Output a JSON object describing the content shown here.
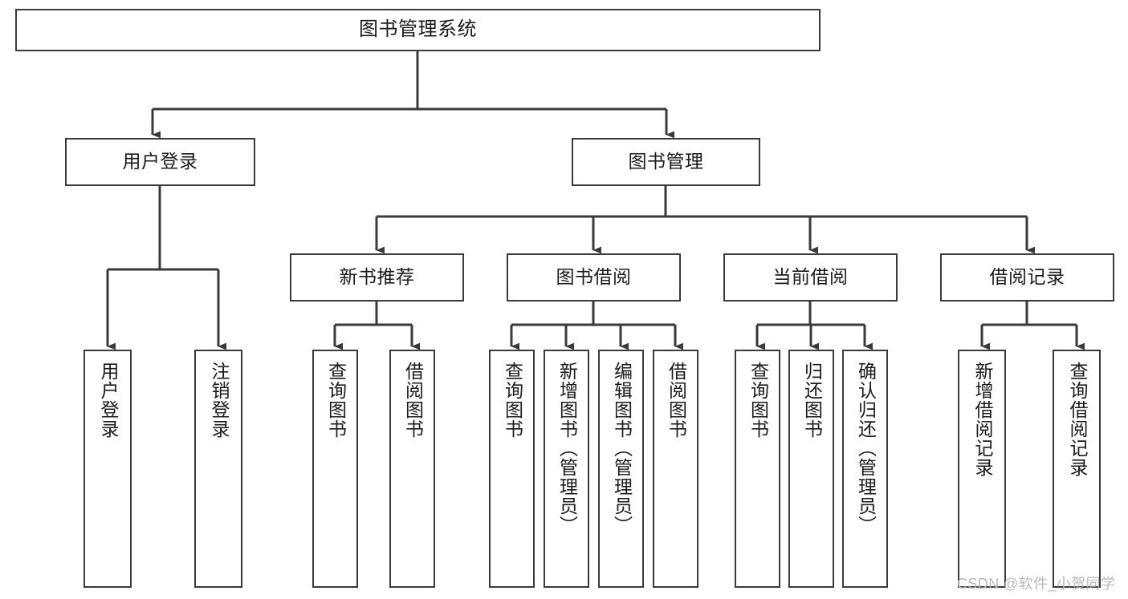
{
  "diagram": {
    "title": "图书管理系统",
    "type": "tree-hierarchy-chart",
    "root": {
      "id": "root",
      "label": "图书管理系统"
    },
    "level2": [
      {
        "id": "user-login",
        "label": "用户登录"
      },
      {
        "id": "book-management",
        "label": "图书管理"
      }
    ],
    "level3": [
      {
        "id": "new-book-recommend",
        "label": "新书推荐",
        "parent": "book-management"
      },
      {
        "id": "book-borrow",
        "label": "图书借阅",
        "parent": "book-management"
      },
      {
        "id": "current-borrow",
        "label": "当前借阅",
        "parent": "book-management"
      },
      {
        "id": "borrow-record",
        "label": "借阅记录",
        "parent": "book-management"
      }
    ],
    "leaves": [
      {
        "id": "leaf-user-login",
        "label": "用户登录",
        "parent": "user-login"
      },
      {
        "id": "leaf-logout-login",
        "label": "注销登录",
        "parent": "user-login"
      },
      {
        "id": "leaf-query-book-1",
        "label": "查询图书",
        "parent": "new-book-recommend"
      },
      {
        "id": "leaf-borrow-book-1",
        "label": "借阅图书",
        "parent": "new-book-recommend"
      },
      {
        "id": "leaf-query-book-2",
        "label": "查询图书",
        "parent": "book-borrow"
      },
      {
        "id": "leaf-add-book",
        "label": "新增图书（管理员）",
        "parent": "book-borrow"
      },
      {
        "id": "leaf-edit-book",
        "label": "编辑图书（管理员）",
        "parent": "book-borrow"
      },
      {
        "id": "leaf-borrow-book-2",
        "label": "借阅图书",
        "parent": "book-borrow"
      },
      {
        "id": "leaf-query-book-3",
        "label": "查询图书",
        "parent": "current-borrow"
      },
      {
        "id": "leaf-return-book",
        "label": "归还图书",
        "parent": "current-borrow"
      },
      {
        "id": "leaf-confirm-return",
        "label": "确认归还（管理员）",
        "parent": "current-borrow"
      },
      {
        "id": "leaf-add-record",
        "label": "新增借阅记录",
        "parent": "borrow-record"
      },
      {
        "id": "leaf-query-record",
        "label": "查询借阅记录",
        "parent": "borrow-record"
      }
    ],
    "watermark": "CSDN @软件_小贺同学",
    "colors": {
      "background": "#ffffff",
      "box_border": "#3a3a3a",
      "box_fill": "#ffffff",
      "text": "#1b1b1b",
      "connector": "#3a3a3a",
      "watermark": "#b9b9b9"
    }
  }
}
